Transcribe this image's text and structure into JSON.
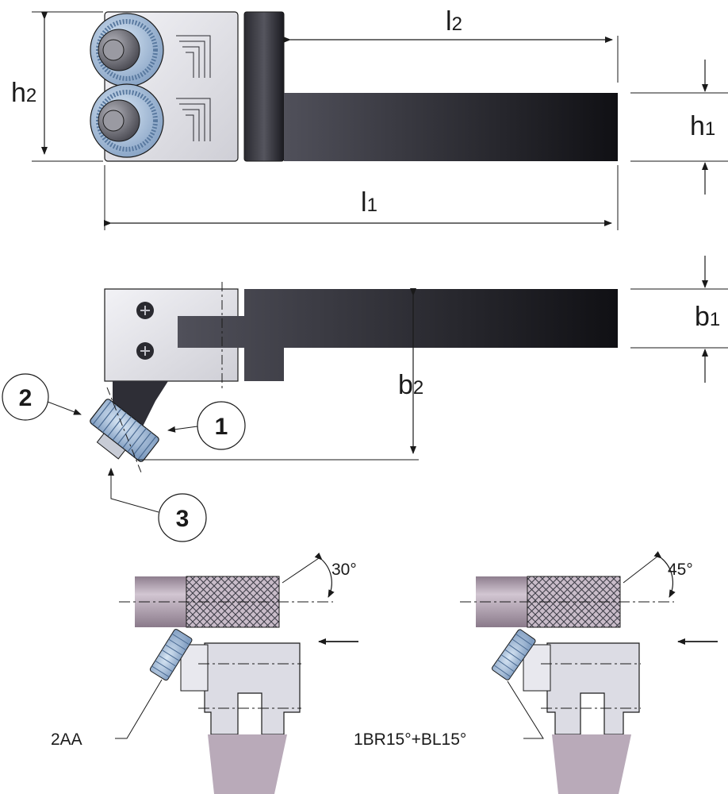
{
  "colors": {
    "steel_dark": "#1c1c22",
    "steel_mid": "#44444c",
    "holder_light": "#e2e2e8",
    "knurl_blue": "#9db8d8",
    "workpiece": "#b6a6b6",
    "line": "#1a1a1a"
  },
  "top_view": {
    "h2": {
      "main": "h",
      "sub": "2"
    },
    "l2": {
      "main": "l",
      "sub": "2"
    },
    "h1": {
      "main": "h",
      "sub": "1"
    },
    "l1": {
      "main": "l",
      "sub": "1"
    }
  },
  "side_view": {
    "b1": {
      "main": "b",
      "sub": "1"
    },
    "b2": {
      "main": "b",
      "sub": "2"
    },
    "callouts": [
      "1",
      "2",
      "3"
    ]
  },
  "examples": {
    "left": {
      "angle": "30°",
      "label": "2AA"
    },
    "right": {
      "angle": "45°",
      "label": "1BR15°+BL15°"
    }
  }
}
